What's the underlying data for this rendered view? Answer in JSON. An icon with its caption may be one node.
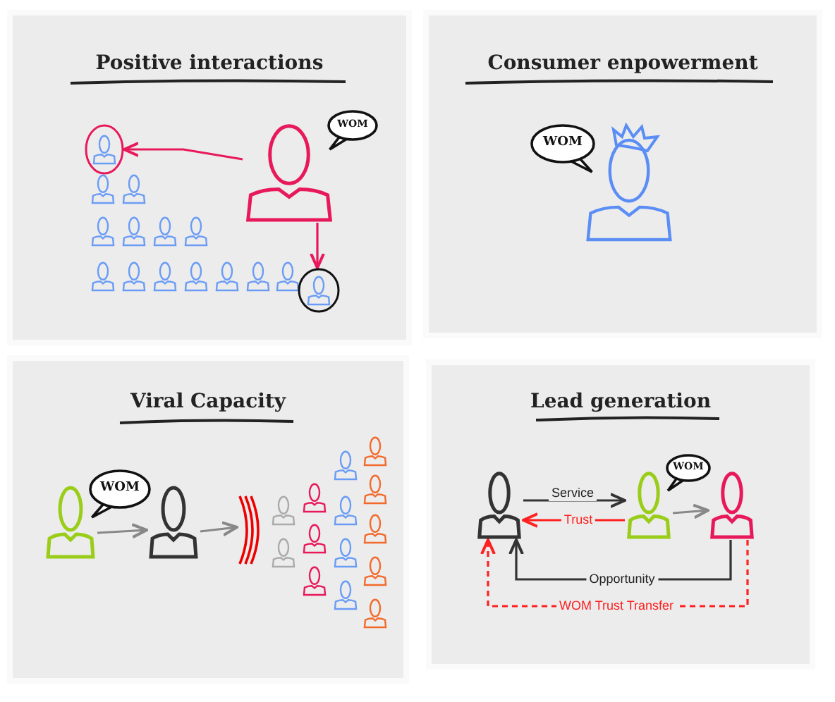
{
  "diagram": {
    "nodes": [
      {
        "text": [
          "Positive interactions"
        ]
      },
      {
        "text": [
          "WOM"
        ],
        "in": 0
      },
      {
        "text": [],
        "shape": "person",
        "in": 0
      },
      {
        "text": [],
        "shape": "circle",
        "in": 0
      },
      {
        "text": [],
        "shape": "circle",
        "in": 0
      },
      {
        "text": [
          "Consumer enpowerment"
        ]
      },
      {
        "text": [
          "WOM"
        ],
        "in": 5
      },
      {
        "text": [
          "Viral Capacity"
        ]
      },
      {
        "text": [
          "WOM"
        ],
        "in": 7
      },
      {
        "text": [],
        "shape": "person",
        "in": 7
      },
      {
        "text": [],
        "shape": "person",
        "in": 7
      },
      {
        "text": [
          "Lead generation"
        ]
      },
      {
        "text": [],
        "shape": "person",
        "in": 11
      },
      {
        "text": [
          "WOM"
        ],
        "in": 11
      },
      {
        "text": [],
        "shape": "person",
        "in": 11
      },
      {
        "text": [],
        "shape": "person",
        "in": 11
      },
      {
        "text": [],
        "shape": "wave",
        "in": 7
      }
    ],
    "edges": [
      {
        "from": 2,
        "to": 3,
        "arrow": "to",
        "color": "#e8195a"
      },
      {
        "from": 2,
        "to": 4,
        "arrow": "to",
        "color": "#e8195a"
      },
      {
        "from": 9,
        "to": 10,
        "arrow": "to",
        "color": "#888888"
      },
      {
        "from": 10,
        "to": 16,
        "arrow": "to",
        "color": "#888888"
      },
      {
        "from": 12,
        "to": 14,
        "arrow": "to",
        "label": "Service"
      },
      {
        "from": 14,
        "to": 12,
        "arrow": "to",
        "label": "Trust",
        "color": "#ff2020"
      },
      {
        "from": 14,
        "to": 15,
        "arrow": "to",
        "color": "#888888"
      },
      {
        "from": 15,
        "to": 12,
        "arrow": "to",
        "label": "Opportunity"
      },
      {
        "from": 15,
        "to": 12,
        "arrow": "to",
        "label": "WOM Trust Transfer",
        "style": "dashed",
        "color": "#ff2020"
      }
    ]
  }
}
